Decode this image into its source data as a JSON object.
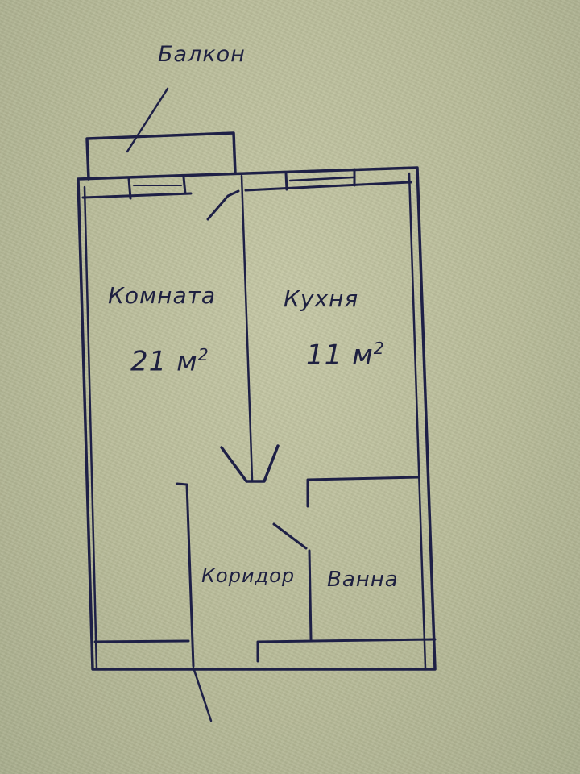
{
  "diagram": {
    "type": "floor_plan_hand_drawn",
    "ink_color": "#1e2046",
    "paper_color": "#bfc29f",
    "labels": {
      "balcony": "Балкон",
      "room": "Комната",
      "room_area_value": "21 м",
      "room_area_exp": "2",
      "kitchen": "Кухня",
      "kitchen_area_value": "11 м",
      "kitchen_area_exp": "2",
      "corridor": "Коридор",
      "bath": "Ванна"
    },
    "rooms": [
      {
        "name": "Комната",
        "area_m2": 21
      },
      {
        "name": "Кухня",
        "area_m2": 11
      },
      {
        "name": "Коридор"
      },
      {
        "name": "Ванна"
      },
      {
        "name": "Балкон"
      }
    ]
  }
}
